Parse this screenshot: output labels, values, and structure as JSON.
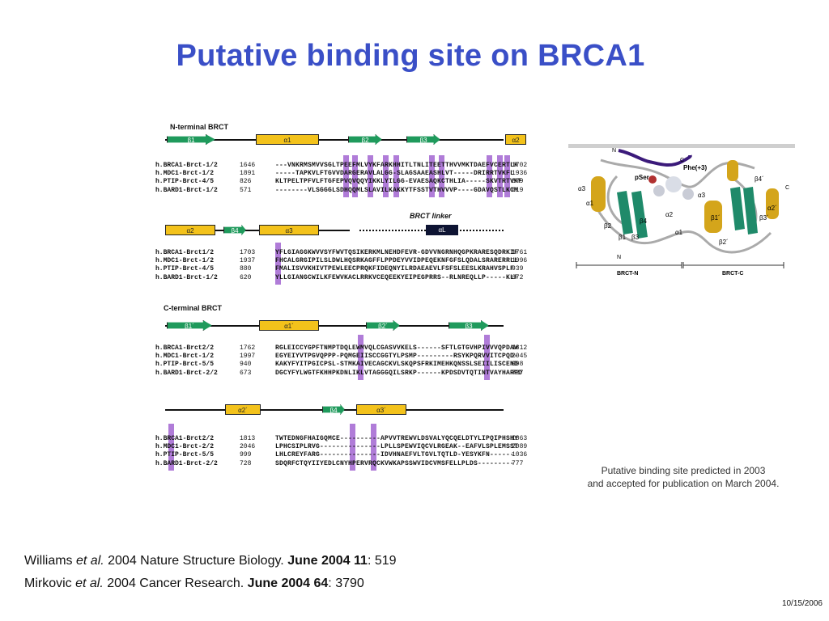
{
  "title": "Putative binding site on BRCA1",
  "alignment": {
    "n_terminal_label": "N-terminal BRCT",
    "c_terminal_label": "C-terminal BRCT",
    "linker_label": "BRCT linker",
    "ss_labels": {
      "b1": "β1",
      "a1": "α1",
      "b2": "β2",
      "b3": "β3",
      "a2": "α2",
      "b4": "β4",
      "a3": "α3",
      "aL": "αL",
      "b1p": "β1´",
      "a1p": "α1´",
      "b2p": "β2´",
      "b3p": "β3",
      "a2p": "α2´",
      "b4p": "β4",
      "a3p": "α3´"
    },
    "blocks": [
      {
        "rows": [
          {
            "name": "h.BRCA1-Brct-1/2",
            "start": "1646",
            "seq": "---VNKRMSMVVSGLTPEEFMLVYKFARKHHITLTNLITEETTHVVMKTDAEFVCERTLK",
            "end": "1702"
          },
          {
            "name": "h.MDC1-Brct-1/2",
            "start": "1891",
            "seq": "-----TAPKVLFTGVVDARGERAVLALGG-SLAGSAAEASHLVT-----DRIRRTVKFL",
            "end": "1936"
          },
          {
            "name": "h.PTIP-Brct-4/5",
            "start": "826",
            "seq": "KLTPELTPFVLFTGFEPVQVQQYIKKLYILGG-EVAESAQKCTHLIA-----SKVTRTVKF",
            "end": "879"
          },
          {
            "name": "h.BARD1-Brct-1/2",
            "start": "571",
            "seq": "--------VLSGGGLSDHQQMLSLAVILKAKKYTFSSTVTHVVVP----GDAVQSTLKCM",
            "end": "619"
          }
        ]
      },
      {
        "rows": [
          {
            "name": "h.BRCA1-Brct1/2",
            "start": "1703",
            "seq": "YFLGIAGGKWVVSYFWVTQSIKERKMLNEHDFEVR-GDVVNGRNHQGPKRARESQDRKIF",
            "end": "1761"
          },
          {
            "name": "h.MDC1-Brct-1/2",
            "start": "1937",
            "seq": "FHCALGRGIPILSLDWLHQSRKAGFFLPPDEYVVIDPEQEKNFGFSLQDALSRARERRLL",
            "end": "1996"
          },
          {
            "name": "h.PTIP-Brct-4/5",
            "start": "880",
            "seq": "FMALISVVKHIVTPEWLEECPRQKFIDEQNYILRDAEAEVLFSFSLEESLKRAHVSPLF",
            "end": "939"
          },
          {
            "name": "h.BARD1-Brct-1/2",
            "start": "620",
            "seq": "YLLGIANGCWILKFEWVKACLRRKVCEQEEKYEIPEGPRRS--RLNREQLLP-----KLF",
            "end": "672"
          }
        ]
      },
      {
        "rows": [
          {
            "name": "h.BRCA1-Brct2/2",
            "start": "1762",
            "seq": "RGLEICCYGPFTNMPTDQLEWMVQLCGASVVKELS------SFTLGTGVHPIVVVQPDAW",
            "end": "1812"
          },
          {
            "name": "h.MDC1-Brct-1/2",
            "start": "1997",
            "seq": "EGYEIYVTPGVQPPP-PQMGEIISCCGGTYLPSMP---------RSYKPQRVVITCPQD-",
            "end": "2045"
          },
          {
            "name": "h.PTIP-Brct-5/5",
            "start": "940",
            "seq": "KAKYFYITPGICPSL-STMKAIVECAGCKVLSKQPSFRKIMEHKQNSSLSEIILISCEND",
            "end": "998"
          },
          {
            "name": "h.BARD1-Brct-2/2",
            "start": "673",
            "seq": "DGCYFYLWGTFKHHPKDNLIKLVTAGGGQILSRKP------KPDSDVTQTINTVAYHARPD",
            "end": "727"
          }
        ]
      },
      {
        "rows": [
          {
            "name": "h.BRCA1-Brct2/2",
            "start": "1813",
            "seq": "TWTEDNGFHAIGQMCE----------APVVTREWVLDSVALYQCQELDTYLIPQIPHSHY",
            "end": "1863"
          },
          {
            "name": "h.MDC1-Brct-2/2",
            "start": "2046",
            "seq": "LPHCSIPLRVG---------------LPLLSPEWVIQCVLRGEAK--EAFVLSPLEMSST",
            "end": "2089"
          },
          {
            "name": "h.PTIP-Brct-5/5",
            "start": "999",
            "seq": "LHLCREYFARG---------------IDVHNAEFVLTGVLTQTLD-YESYKFN------",
            "end": "1036"
          },
          {
            "name": "h.BARD1-Brct-2/2",
            "start": "728",
            "seq": "SDQRFCTQYIIYEDLCNYHPERVRQCKVWKAPSSWVIDCVMSFELLPLDS---------",
            "end": "777"
          }
        ]
      }
    ]
  },
  "structure": {
    "labels": {
      "n_top": "N",
      "c_top": "C",
      "phe": "Phe(+3)",
      "pser": "pSer",
      "c_right": "C",
      "a3_left": "α3",
      "a1_left": "α1",
      "b2_left": "β2",
      "b1_left": "β1",
      "b3_left": "β3",
      "b4_left": "β4",
      "a2_mid": "α2",
      "a1_mid": "α1",
      "a3_mid": "α3",
      "b4p": "β4´",
      "b1p": "β1´",
      "b3p": "β3´",
      "a2p": "α2´",
      "b2p": "β2´",
      "n_bottom": "N",
      "brct_n": "BRCT-N",
      "brct_c": "BRCT-C"
    }
  },
  "caption_line1": "Putative binding site predicted in 2003",
  "caption_line2": "and accepted for publication on March 2004.",
  "references": [
    {
      "authors": "Williams ",
      "etal": "et al.",
      "rest": " 2004 Nature Structure Biology. ",
      "bold": "June 2004 11",
      "tail": ": 519"
    },
    {
      "authors": "Mirkovic ",
      "etal": "et al.",
      "rest": " 2004 Cancer Research. ",
      "bold": "June 2004 64",
      "tail": ": 3790"
    }
  ],
  "date": "10/15/2006",
  "colors": {
    "title": "#3a4fc7",
    "helix": "#f3c21b",
    "strand": "#1f9a5c",
    "highlight": "#8e44c8",
    "linker_box": "#0e1433"
  }
}
